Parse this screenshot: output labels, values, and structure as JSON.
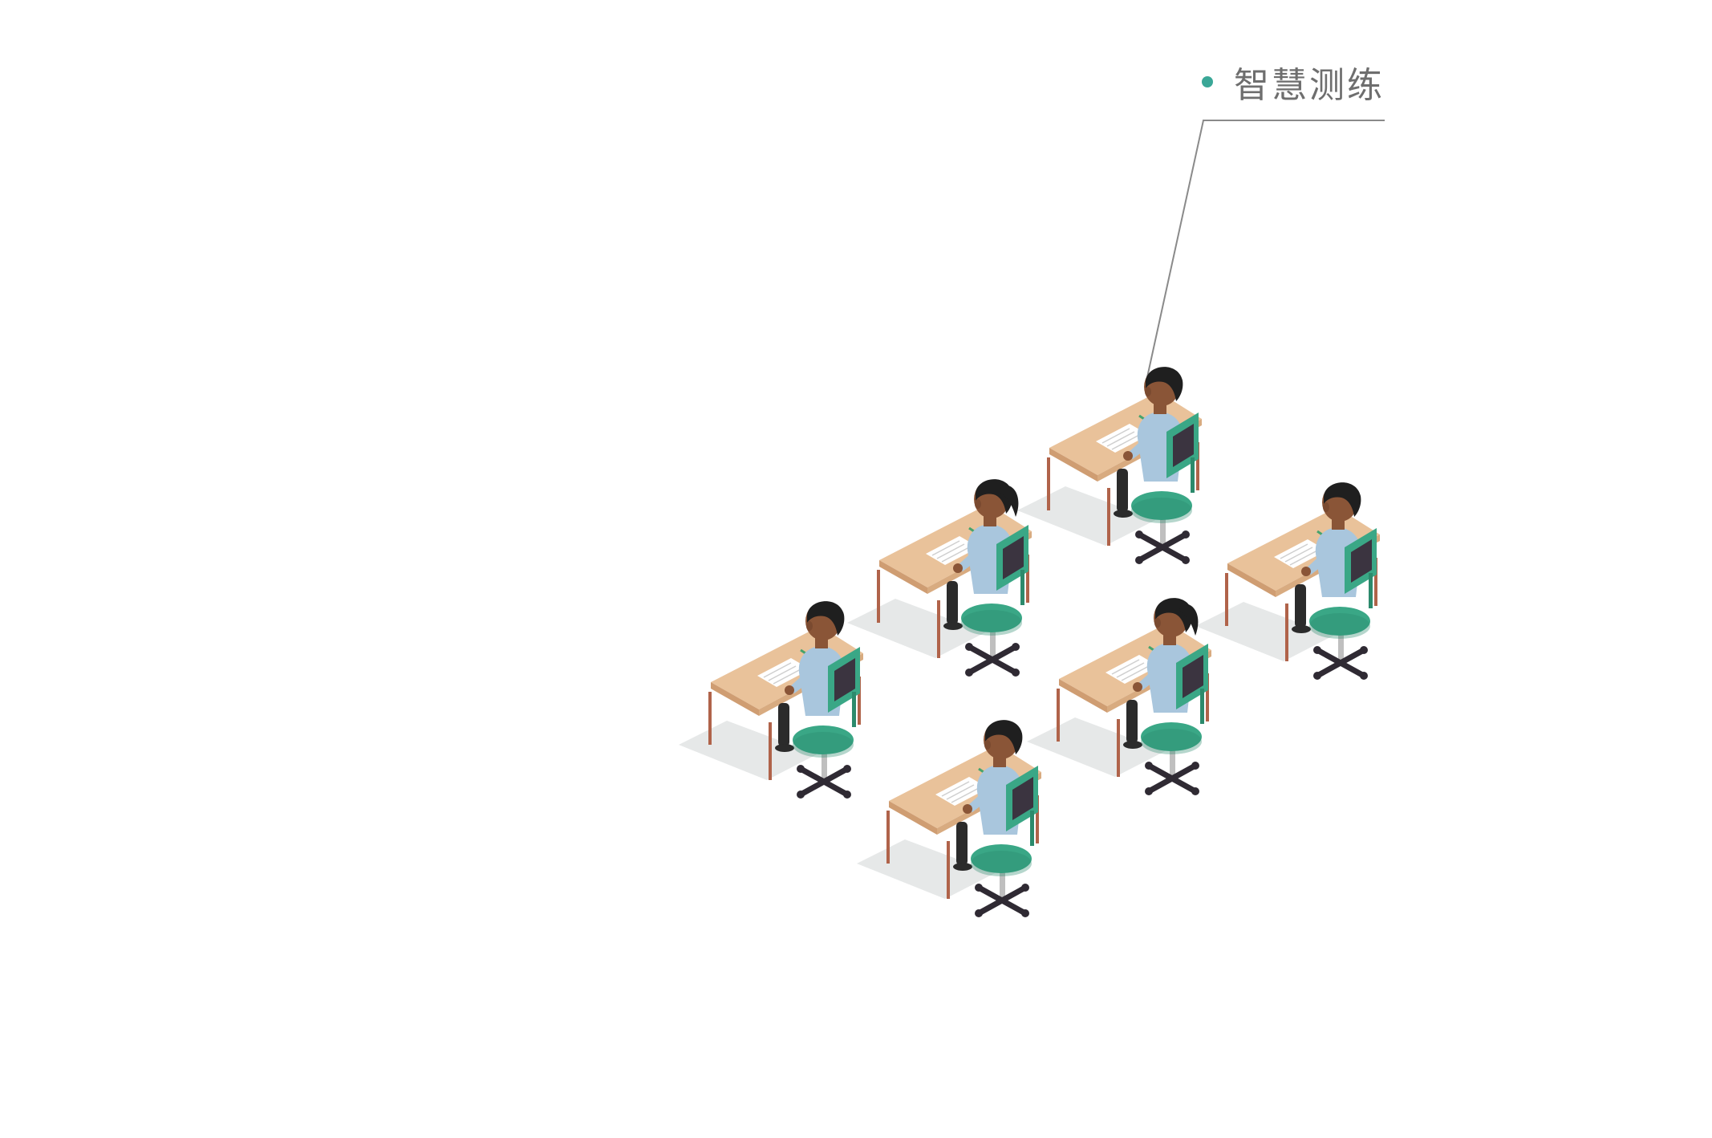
{
  "callout": {
    "label": "智慧测练",
    "dot_color": "#3aa797",
    "text_color": "#6e6e6e",
    "leader_color": "#8a8a8a"
  },
  "scene": {
    "description_icon": "classroom-students-at-desks-illustration",
    "student_count": 6,
    "colors": {
      "desk_top": "#e9c29a",
      "desk_edge": "#cf9d72",
      "desk_leg": "#b0634a",
      "chair_green": "#3aa786",
      "chair_green_dark": "#2c8a6c",
      "chair_back_panel": "#3b3440",
      "chair_base": "#2f2a33",
      "shirt": "#a9c6dd",
      "pants": "#2b2b2b",
      "skin": "#8a5537",
      "hair": "#1f1f1f",
      "paper": "#ffffff",
      "shadow": "#e6e8e8"
    }
  }
}
